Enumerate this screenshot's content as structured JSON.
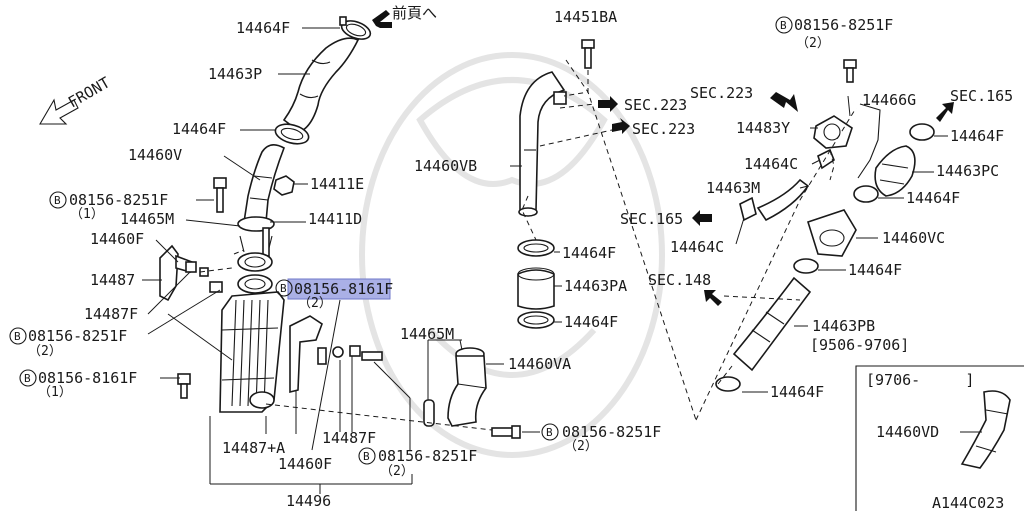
{
  "diagram": {
    "labels": {
      "l14464F_top": "14464F",
      "front_page": "前頁へ",
      "l14451BA": "14451BA",
      "b08156_8251F_tr": "08156-8251F",
      "qty2_tr": "（2）",
      "l14463P": "14463P",
      "front": "FRONT",
      "sec223_a": "SEC.223",
      "sec223_b": "SEC.223",
      "sec223_c": "SEC.223",
      "sec165_tr": "SEC.165",
      "l14466G": "14466G",
      "l14464F_a": "14464F",
      "l14483Y": "14483Y",
      "l14464F_right": "14464F",
      "l14460V": "14460V",
      "l14460VB": "14460VB",
      "l14464C_a": "14464C",
      "l14463PC": "14463PC",
      "l14463M": "14463M",
      "l14411E": "14411E",
      "b08156_8251F_l": "08156-8251F",
      "qty1_l": "（1）",
      "l14464F_r2": "14464F",
      "l14465M_a": "14465M",
      "l14411D": "14411D",
      "sec165_mid": "SEC.165",
      "l14460F_a": "14460F",
      "l14464F_mid": "14464F",
      "l14464C_b": "14464C",
      "l14460VC": "14460VC",
      "l14487": "14487",
      "b08156_8161F_hl": "08156-8161F",
      "qty2_hl": "（2）",
      "l14464F_r3": "14464F",
      "sec148": "SEC.148",
      "l14463PA": "14463PA",
      "l14487F_a": "14487F",
      "l14464F_mid2": "14464F",
      "b08156_8251F_l2": "08156-8251F",
      "qty2_l2": "（2）",
      "l14465M_b": "14465M",
      "l14463PB": "14463PB",
      "range_9506_9706": "[9506-9706]",
      "l14460VA": "14460VA",
      "inset_range": "[9706-     ]",
      "b08156_8161F_l": "08156-8161F",
      "qty1_l2": "（1）",
      "l14464F_r4": "14464F",
      "b08156_8251F_b": "08156-8251F",
      "qty2_b": "（2）",
      "l14460VD": "14460VD",
      "l14487_A": "14487+A",
      "l14487F_b": "14487F",
      "l14460F_b": "14460F",
      "b08156_8251F_b2": "08156-8251F",
      "qty2_b2": "（2）",
      "l14496": "14496",
      "ref_code": "A144C023"
    },
    "bolt_marker": "B",
    "colors": {
      "ink": "#1a1a1a",
      "highlight": "#aab0e6"
    }
  }
}
